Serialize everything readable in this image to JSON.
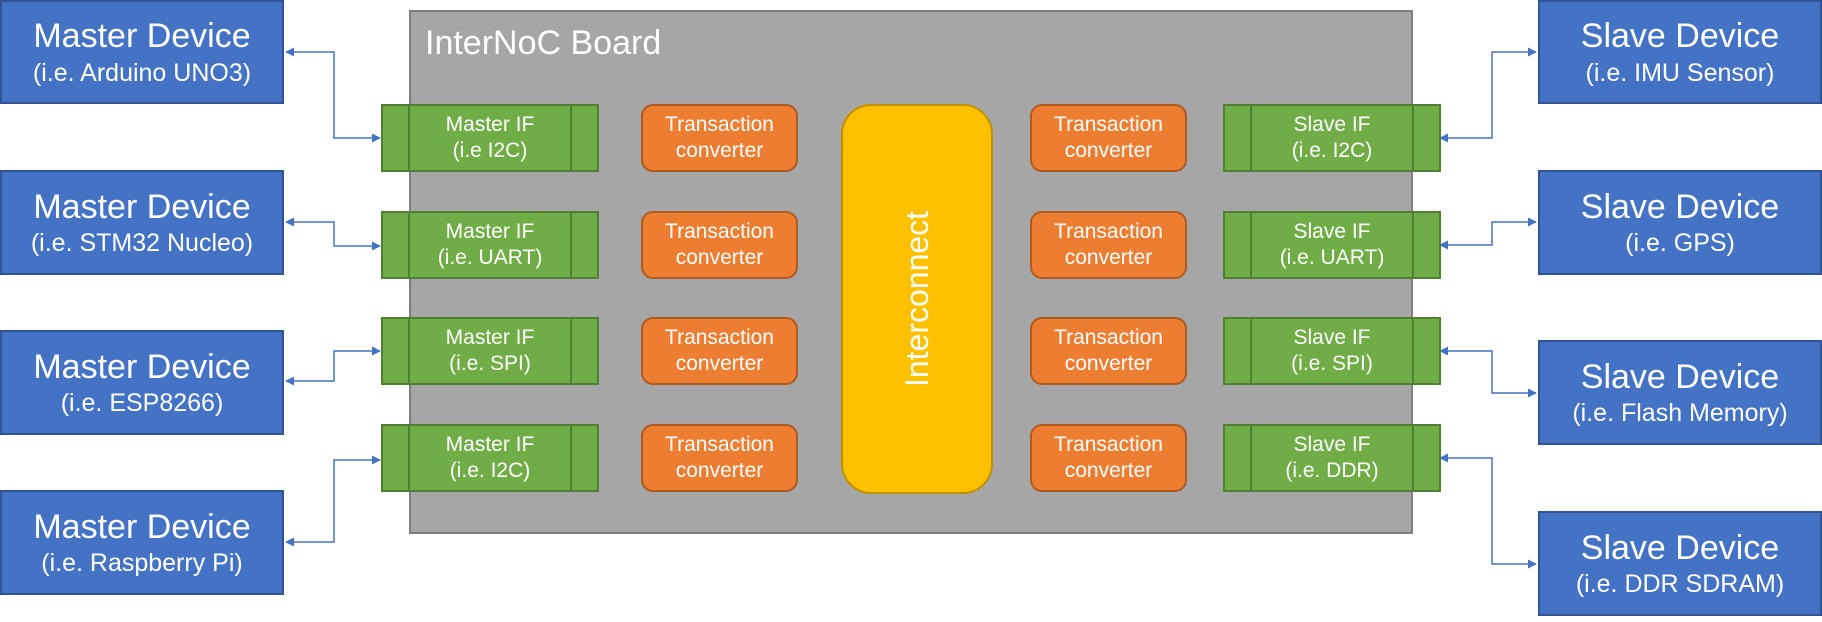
{
  "board": {
    "title": "InterNoC Board"
  },
  "interconnect": {
    "label": "Interconnect"
  },
  "transaction_converter": {
    "line1": "Transaction",
    "line2": "converter"
  },
  "masters": [
    {
      "title": "Master Device",
      "example": "(i.e. Arduino UNO3)",
      "iface_title": "Master IF",
      "iface_proto": "(i.e I2C)"
    },
    {
      "title": "Master Device",
      "example": "(i.e. STM32 Nucleo)",
      "iface_title": "Master IF",
      "iface_proto": "(i.e. UART)"
    },
    {
      "title": "Master Device",
      "example": "(i.e. ESP8266)",
      "iface_title": "Master IF",
      "iface_proto": "(i.e. SPI)"
    },
    {
      "title": "Master Device",
      "example": "(i.e. Raspberry Pi)",
      "iface_title": "Master IF",
      "iface_proto": "(i.e. I2C)"
    }
  ],
  "slaves": [
    {
      "title": "Slave Device",
      "example": "(i.e. IMU Sensor)",
      "iface_title": "Slave IF",
      "iface_proto": "(i.e. I2C)"
    },
    {
      "title": "Slave Device",
      "example": "(i.e. GPS)",
      "iface_title": "Slave IF",
      "iface_proto": "(i.e. UART)"
    },
    {
      "title": "Slave Device",
      "example": "(i.e. Flash Memory)",
      "iface_title": "Slave IF",
      "iface_proto": "(i.e. SPI)"
    },
    {
      "title": "Slave Device",
      "example": "(i.e. DDR SDRAM)",
      "iface_title": "Slave IF",
      "iface_proto": "(i.e. DDR)"
    }
  ],
  "colors": {
    "device": "#4472c4",
    "interface": "#70ad47",
    "converter": "#ed7d31",
    "interconnect": "#ffc000",
    "board": "#a6a6a6",
    "connector": "#4472c4"
  }
}
